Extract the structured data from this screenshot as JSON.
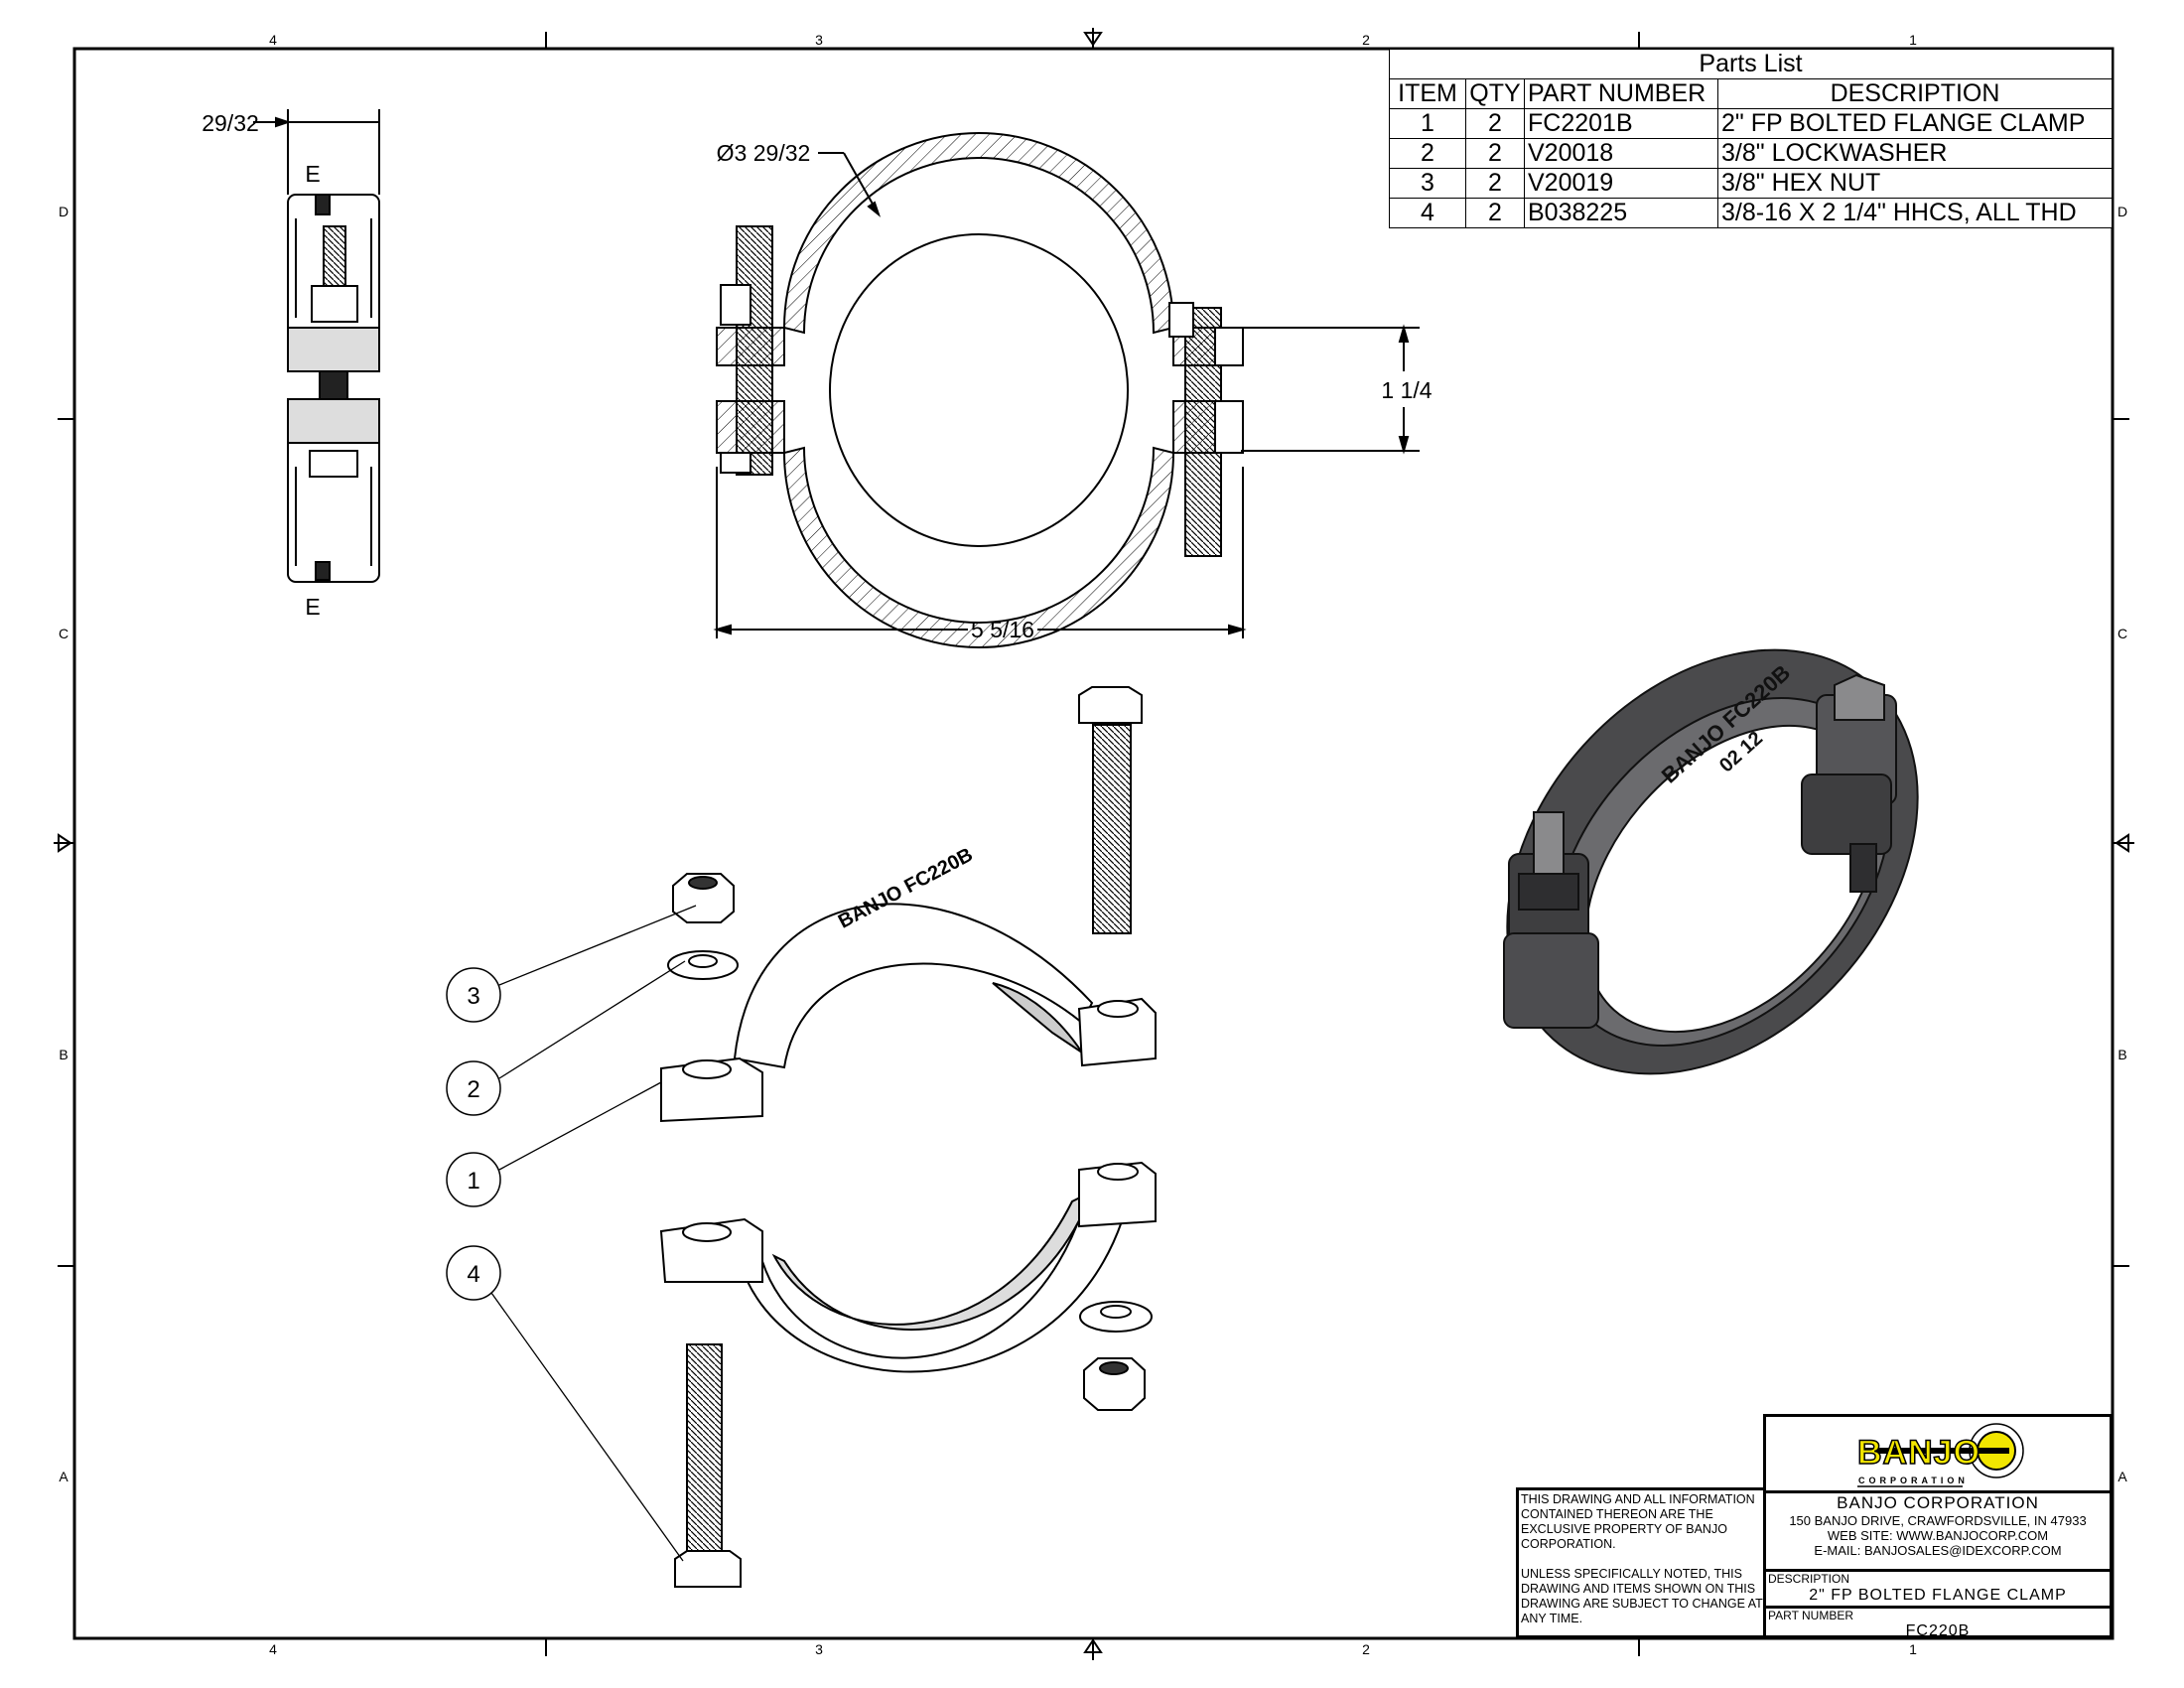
{
  "frame": {
    "zones_top": [
      "4",
      "3",
      "2",
      "1"
    ],
    "zones_side": [
      "D",
      "C",
      "B",
      "A"
    ]
  },
  "parts_list": {
    "title": "Parts List",
    "headers": [
      "ITEM",
      "QTY",
      "PART NUMBER",
      "DESCRIPTION"
    ],
    "rows": [
      {
        "item": "1",
        "qty": "2",
        "part": "FC2201B",
        "desc": "2\"  FP BOLTED FLANGE CLAMP"
      },
      {
        "item": "2",
        "qty": "2",
        "part": "V20018",
        "desc": "3/8\" LOCKWASHER"
      },
      {
        "item": "3",
        "qty": "2",
        "part": "V20019",
        "desc": "3/8\" HEX NUT"
      },
      {
        "item": "4",
        "qty": "2",
        "part": "B038225",
        "desc": "3/8-16 X 2 1/4\" HHCS, ALL THD"
      }
    ]
  },
  "dimensions": {
    "side_width": "29/32",
    "section_label_top": "E",
    "section_label_bottom": "E",
    "diameter": "Ø3 29/32",
    "flange_gap": "1 1/4",
    "overall_width": "5 5/16"
  },
  "balloons": [
    "3",
    "2",
    "1",
    "4"
  ],
  "clamp_marking": {
    "brand": "BANJO FC220B",
    "code": "02 12"
  },
  "title_block": {
    "logo_text": "BANJO",
    "logo_sub": "CORPORATION",
    "company": "BANJO CORPORATION",
    "address": "150 BANJO DRIVE, CRAWFORDSVILLE, IN 47933",
    "web": "WEB SITE: WWW.BANJOCORP.COM",
    "email": "E-MAIL: BANJOSALES@IDEXCORP.COM",
    "description_label": "DESCRIPTION",
    "description": "2\" FP BOLTED FLANGE CLAMP",
    "part_number_label": "PART NUMBER",
    "part_number": "FC220B",
    "note1": "THIS DRAWING AND ALL INFORMATION CONTAINED THEREON ARE THE EXCLUSIVE PROPERTY OF BANJO CORPORATION.",
    "note2": "UNLESS SPECIFICALLY NOTED, THIS DRAWING AND ITEMS SHOWN ON THIS DRAWING ARE SUBJECT TO CHANGE AT ANY TIME."
  },
  "colors": {
    "logo_yellow": "#f2e600",
    "iso_body": "#4a4a4c"
  }
}
